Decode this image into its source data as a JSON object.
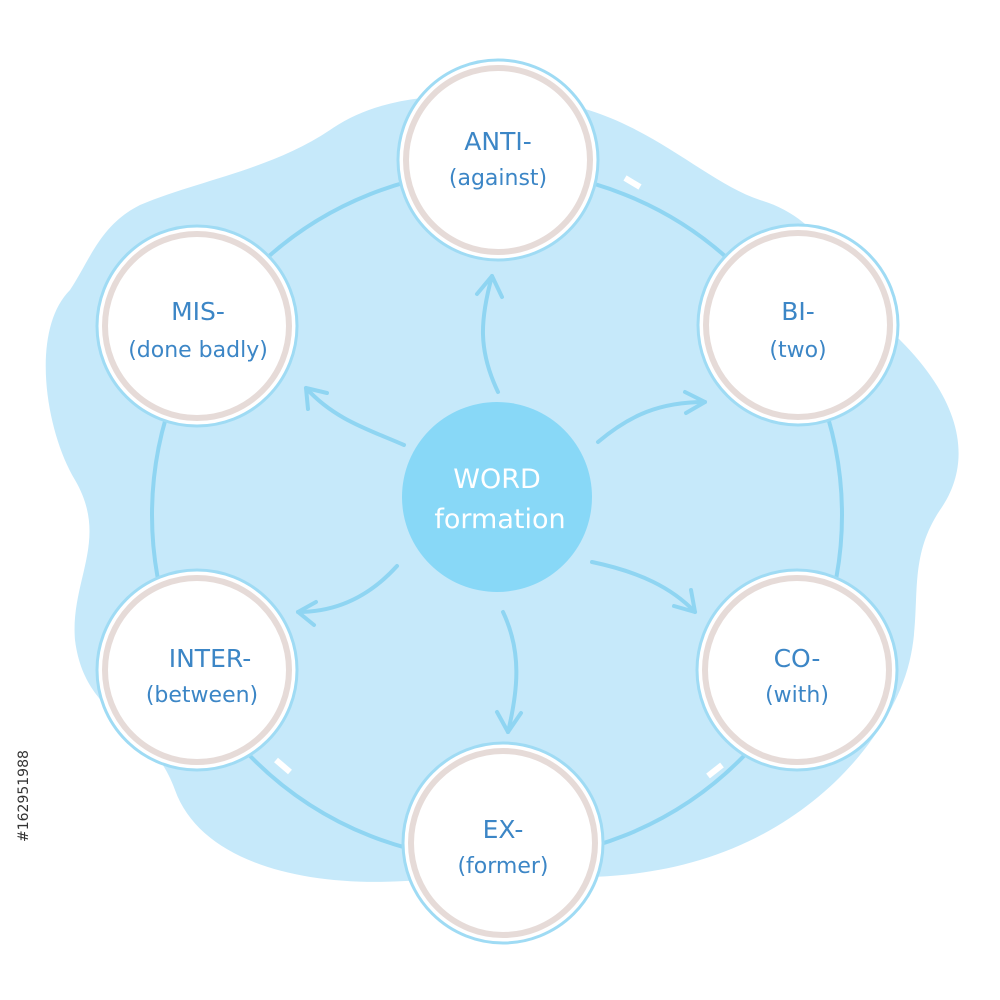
{
  "center": {
    "line1": "WORD",
    "line2": "formation"
  },
  "nodes": [
    {
      "id": "anti",
      "title": "ANTI-",
      "subtitle": "(against)"
    },
    {
      "id": "bi",
      "title": "BI-",
      "subtitle": "(two)"
    },
    {
      "id": "co",
      "title": "CO-",
      "subtitle": "(with)"
    },
    {
      "id": "ex",
      "title": "EX-",
      "subtitle": "(former)"
    },
    {
      "id": "inter",
      "title": "INTER-",
      "subtitle": "(between)"
    },
    {
      "id": "mis",
      "title": "MIS-",
      "subtitle": "(done badly)"
    }
  ],
  "side_code": "#162951988",
  "colors": {
    "blob": "#c6e9fa",
    "ring": "#8fd5f2",
    "center": "#88d8f7",
    "node_fill": "#ffffff",
    "node_border_outer": "#9fdbf4",
    "node_border_inner": "#e6dbd8",
    "text": "#3c86c6",
    "arrow": "#8fd5f2"
  }
}
